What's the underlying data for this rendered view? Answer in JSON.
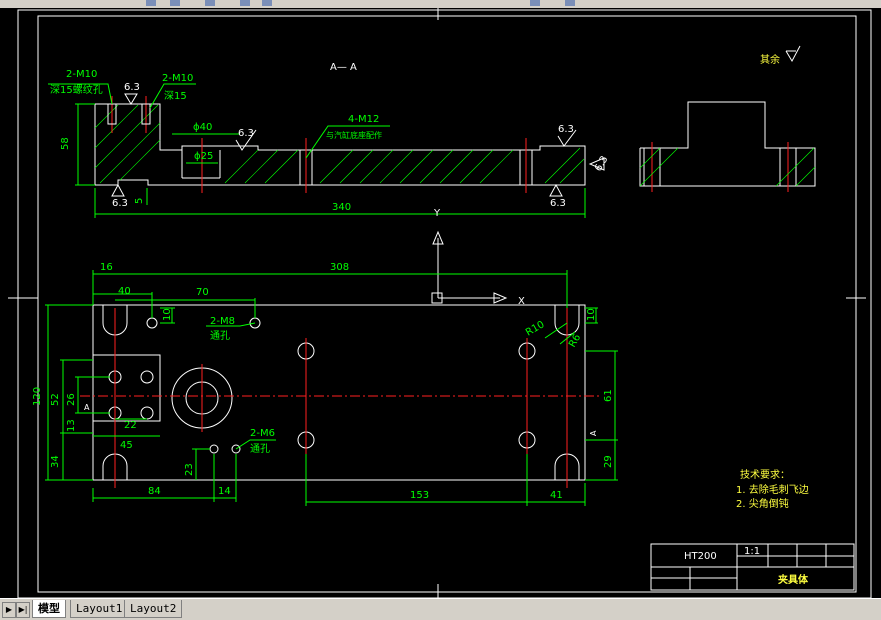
{
  "drawing": {
    "section_label": "A—   A",
    "roughness_rest": "其余",
    "top_view": {
      "dim_58": "58",
      "dim_5": "5",
      "dim_340": "340",
      "dim_phi40": "ϕ40",
      "dim_phi25": "ϕ25",
      "rough_63": "6.3",
      "note_2m10_a": "2-M10",
      "note_2m10_a_sub": "深15螺纹孔",
      "note_2m10_b": "2-M10",
      "note_2m10_b_sub": "深15",
      "note_4m12": "4-M12",
      "note_4m12_sub": "与汽缸底座配作"
    },
    "plan_view": {
      "dim_16": "16",
      "dim_308": "308",
      "dim_40": "40",
      "dim_70": "70",
      "dim_10a": "10",
      "dim_10b": "10",
      "dim_r10": "R10",
      "dim_r6": "R6",
      "dim_120": "120",
      "dim_52": "52",
      "dim_26": "26",
      "dim_13": "13",
      "dim_34": "34",
      "dim_22": "22",
      "dim_45": "45",
      "dim_23": "23",
      "dim_84": "84",
      "dim_14": "14",
      "dim_153": "153",
      "dim_41": "41",
      "dim_61": "61",
      "dim_29": "29",
      "note_2m8": "2-M8",
      "note_2m8_sub": "通孔",
      "note_2m6": "2-M6",
      "note_2m6_sub": "通孔",
      "mark_a": "A"
    },
    "ucs": {
      "y": "Y",
      "x": "X"
    },
    "tech_req": {
      "title": "技术要求：",
      "item1": "1. 去除毛刺飞边",
      "item2": "2. 尖角倒钝"
    },
    "title_block": {
      "material": "HT200",
      "scale": "1:1",
      "part_name": "夹具体"
    }
  },
  "tabs": [
    {
      "label": "模型",
      "active": true
    },
    {
      "label": "Layout1",
      "active": false
    },
    {
      "label": "Layout2",
      "active": false
    }
  ],
  "nav": {
    "prev": "▶",
    "next": "▶|"
  }
}
